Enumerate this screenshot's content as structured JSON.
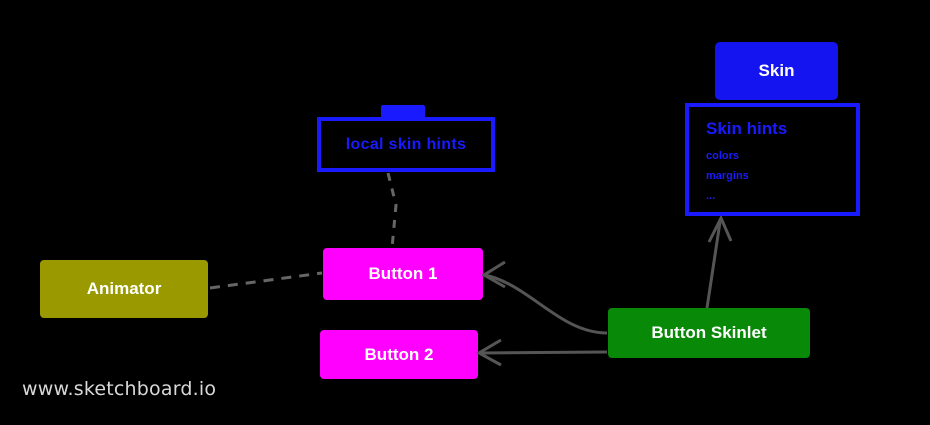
{
  "diagram": {
    "background_color": "#000000",
    "watermark": "www.sketchboard.io",
    "nodes": {
      "animator": {
        "label": "Animator",
        "color": "#9a9a00",
        "text_color": "#ffffff",
        "shape": "rounded-rect"
      },
      "button1": {
        "label": "Button 1",
        "color": "#ff00ff",
        "text_color": "#ffffff",
        "shape": "rounded-rect"
      },
      "button2": {
        "label": "Button 2",
        "color": "#ff00ff",
        "text_color": "#ffffff",
        "shape": "rounded-rect"
      },
      "skinlet": {
        "label": "Button Skinlet",
        "color": "#088a08",
        "text_color": "#ffffff",
        "shape": "rounded-rect"
      },
      "skin": {
        "label": "Skin",
        "color": "#1414f0",
        "text_color": "#ffffff",
        "shape": "rounded-rect"
      },
      "local_skin_hints": {
        "label": "local skin hints",
        "color": "#1a1aff",
        "shape": "note-outline"
      },
      "skin_hints": {
        "title": "Skin hints",
        "items": [
          "colors",
          "margins",
          "..."
        ],
        "color": "#1a1aff",
        "shape": "note-outline"
      }
    },
    "connectors": [
      {
        "name": "animator-to-button1",
        "from": "animator",
        "to": "button1",
        "style": "dashed",
        "arrow": "none",
        "color": "#666666"
      },
      {
        "name": "local-skin-hints-to-button1",
        "from": "local_skin_hints",
        "to": "button1",
        "style": "dashed",
        "arrow": "none",
        "color": "#666666"
      },
      {
        "name": "skinlet-to-button1",
        "from": "skinlet",
        "to": "button1",
        "style": "solid",
        "arrow": "open",
        "color": "#555555"
      },
      {
        "name": "skinlet-to-button2",
        "from": "skinlet",
        "to": "button2",
        "style": "solid",
        "arrow": "open",
        "color": "#555555"
      },
      {
        "name": "skinlet-to-skin-hints",
        "from": "skinlet",
        "to": "skin_hints",
        "style": "solid",
        "arrow": "open",
        "color": "#555555"
      }
    ]
  }
}
